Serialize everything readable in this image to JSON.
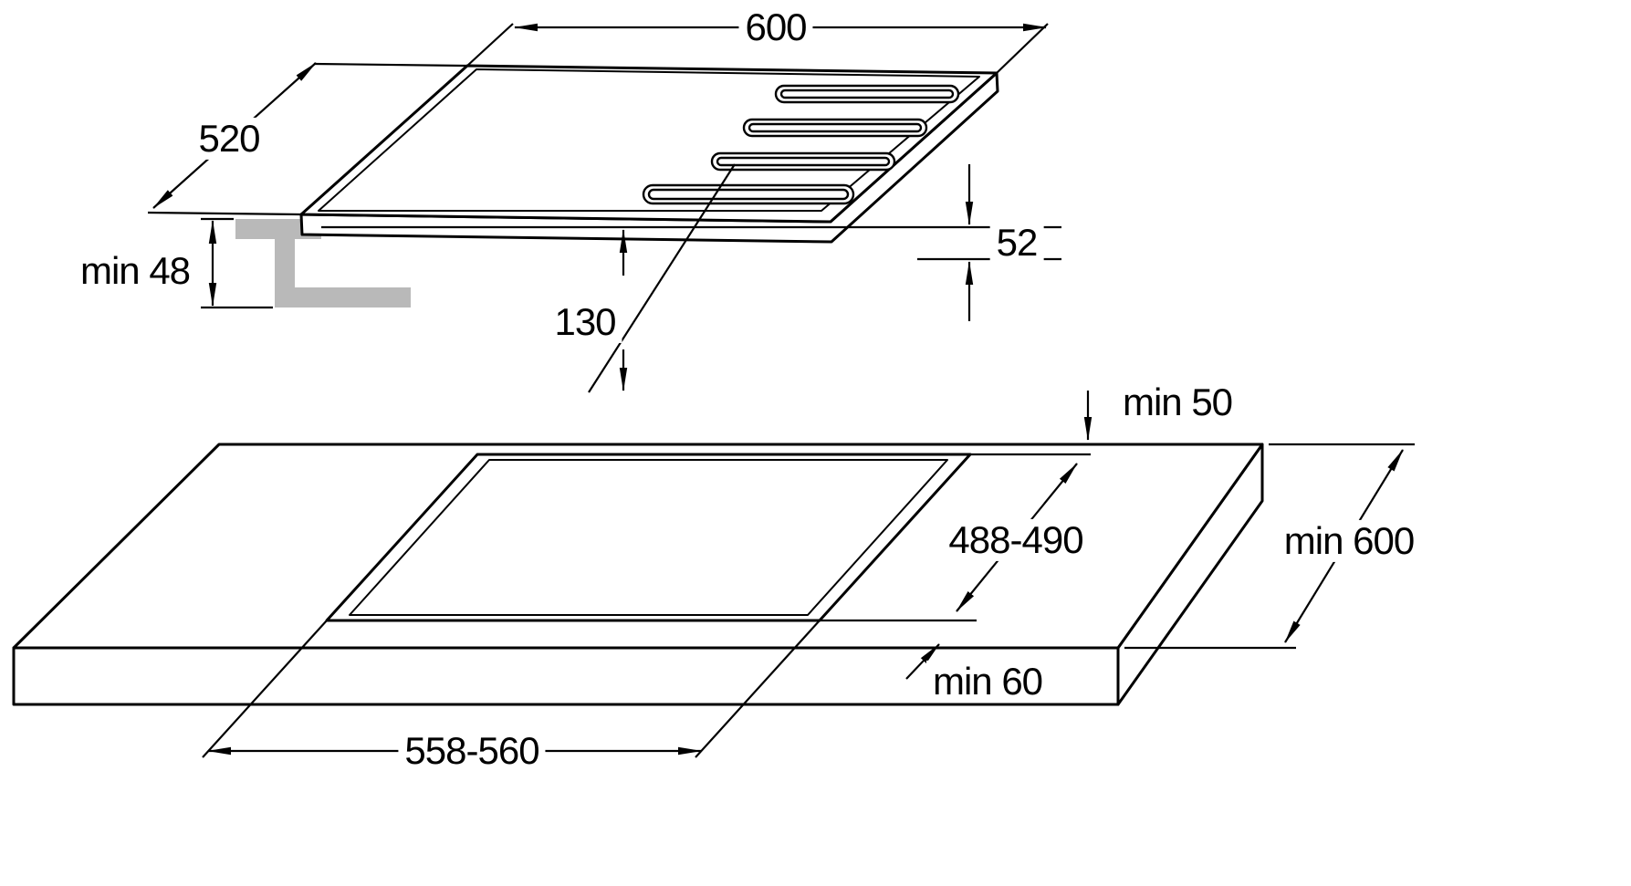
{
  "drawing": {
    "background": "#ffffff",
    "line_color": "#000000",
    "bracket_color": "#b9b9b9",
    "labels": {
      "hob_width": "600",
      "hob_depth": "520",
      "clearance_below": "min 48",
      "hob_height": "52",
      "burner_center_offset": "130",
      "rear_clearance": "min 50",
      "cutout_depth": "488-490",
      "worktop_min_depth": "min 600",
      "front_clearance": "min 60",
      "cutout_width": "558-560"
    }
  }
}
